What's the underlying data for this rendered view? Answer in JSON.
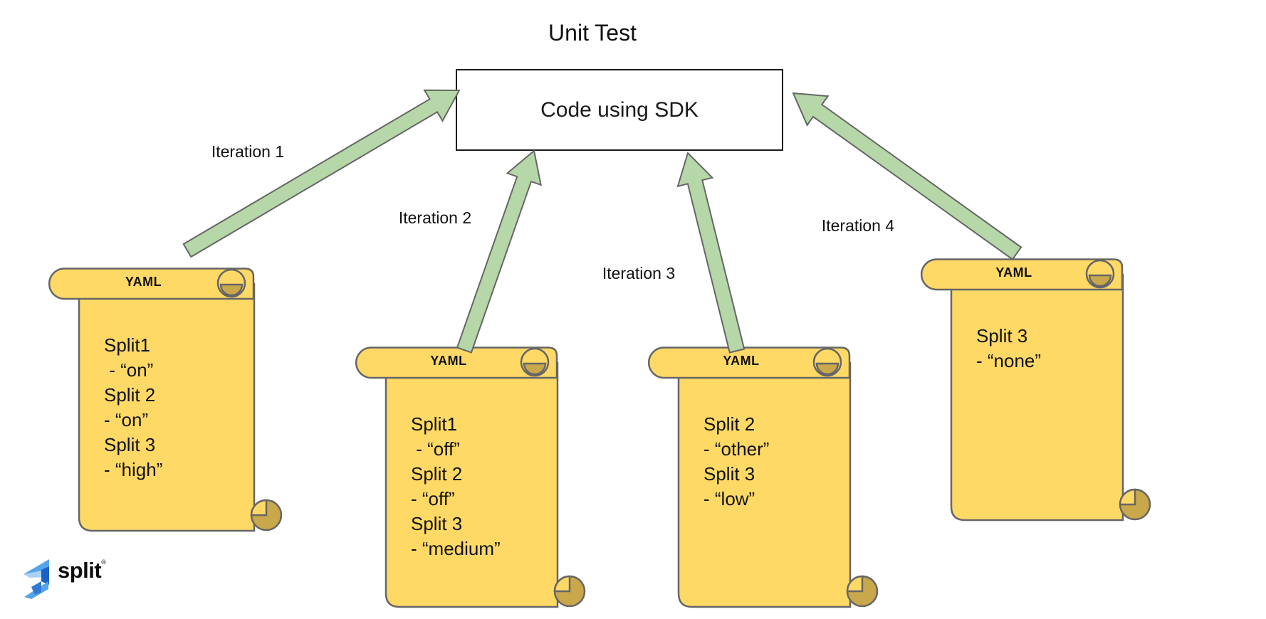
{
  "title": "Unit Test",
  "box": {
    "label": "Code using SDK"
  },
  "arrows": [
    {
      "label": "Iteration 1"
    },
    {
      "label": "Iteration 2"
    },
    {
      "label": "Iteration 3"
    },
    {
      "label": "Iteration 4"
    }
  ],
  "scrolls": [
    {
      "header": "YAML",
      "lines": [
        "Split1",
        " - “on”",
        "Split 2",
        "- “on”",
        "Split 3",
        "- “high”"
      ]
    },
    {
      "header": "YAML",
      "lines": [
        "Split1",
        " - “off”",
        "Split 2",
        "- “off”",
        "Split 3",
        "- “medium”"
      ]
    },
    {
      "header": "YAML",
      "lines": [
        "Split 2",
        "- “other”",
        "Split 3",
        "- “low”"
      ]
    },
    {
      "header": "YAML",
      "lines": [
        "Split 3",
        "- “none”"
      ]
    }
  ],
  "logo": {
    "text": "split",
    "trademark": "®"
  },
  "colors": {
    "scroll_fill": "#FFD966",
    "scroll_curl": "#C9A74B",
    "outline": "#666666",
    "arrow_fill": "#B6D7A8",
    "arrow_outline": "#666666",
    "box_fill": "#EAD1DC",
    "box_border": "#1a1a1a",
    "logo_blue_light": "#55A4E8",
    "logo_blue_pale": "#A9D1F4",
    "logo_blue_dark": "#1B61C6",
    "logo_blue_mid": "#2F7AD2"
  }
}
